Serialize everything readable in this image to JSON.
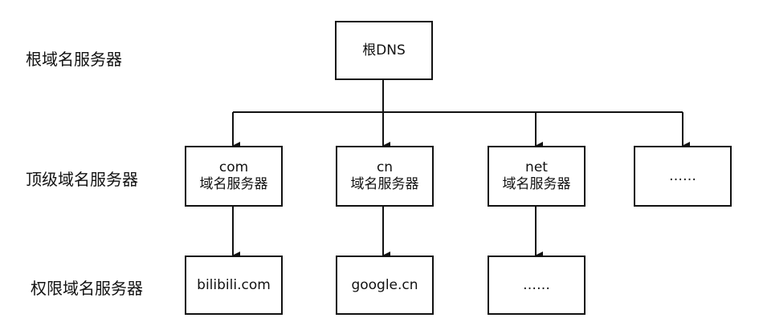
{
  "levels": {
    "root": "根域名服务器",
    "tld": "顶级域名服务器",
    "authoritative": "权限域名服务器"
  },
  "nodes": {
    "root": {
      "label": "根DNS"
    },
    "com": {
      "line1": "com",
      "line2": "域名服务器"
    },
    "cn": {
      "line1": "cn",
      "line2": "域名服务器"
    },
    "net": {
      "line1": "net",
      "line2": "域名服务器"
    },
    "tld_more": {
      "label": "……"
    },
    "bilibili": {
      "label": "bilibili.com"
    },
    "google": {
      "label": "google.cn"
    },
    "auth_more": {
      "label": "……"
    }
  },
  "colors": {
    "stroke": "#111111",
    "background": "#ffffff"
  }
}
